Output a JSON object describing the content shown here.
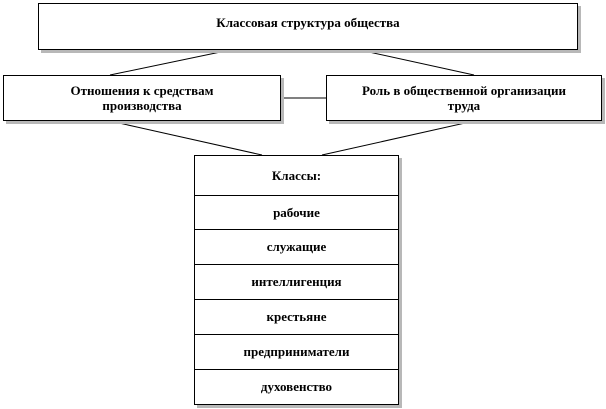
{
  "diagram": {
    "top": {
      "title": "Классовая структура общества"
    },
    "left": {
      "line1": "Отношения к средствам",
      "line2": "производства"
    },
    "right": {
      "line1": "Роль в общественной организации",
      "line2": "труда"
    },
    "classes": {
      "header": "Классы:",
      "items": [
        "рабочие",
        "служащие",
        "интеллигенция",
        "крестьяне",
        "предприниматели",
        "духовенство"
      ]
    }
  }
}
